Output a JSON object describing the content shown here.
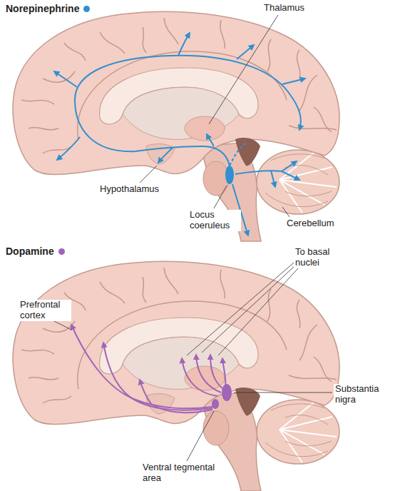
{
  "diagram": {
    "labels": [
      "Thalamus",
      "Hypothalamus",
      "Locus coeruleus",
      "Cerebellum",
      "To basal nuclei",
      "Prefrontal cortex",
      "Substantia nigra",
      "Ventral tegmental area"
    ],
    "legend": [
      {
        "text": "Norepinephrine",
        "color": "#2f8fd1"
      },
      {
        "text": "Dopamine",
        "color": "#a064b8"
      }
    ]
  }
}
